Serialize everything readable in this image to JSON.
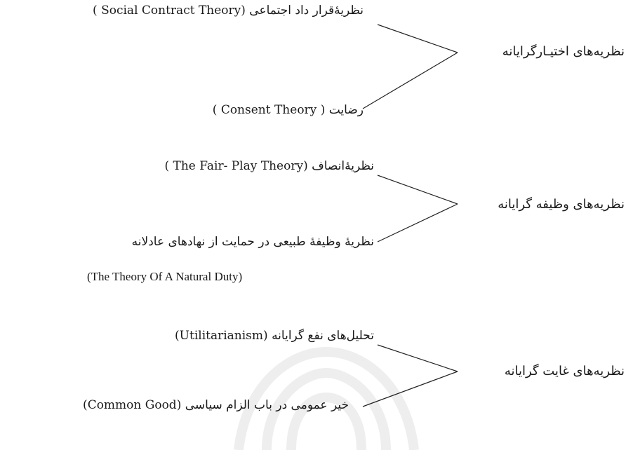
{
  "groups": [
    {
      "category": "نظریه‌های اختیـارگرایانه",
      "items": [
        {
          "label": "نظریۀقرار داد اجتماعی (Social Contract Theory )"
        },
        {
          "label": "رضایت  ( Consent Theory )"
        }
      ]
    },
    {
      "category": "نظریه‌های وظیفه گرایانه",
      "items": [
        {
          "label": "نظریۀانصاف (The Fair- Play Theory )"
        },
        {
          "label": "نظریۀ وظیفۀ طبیعی در حمایت از نهادهای عادلانه",
          "subtitle": "(The Theory Of A Natural Duty)"
        }
      ]
    },
    {
      "category": "نظریه‌های غایت گرایانه",
      "items": [
        {
          "label": "تحلیل‌های نفع گرایانه (Utilitarianism)"
        },
        {
          "label": "خیر عمومی در باب الزام سیاسی (Common Good)"
        }
      ]
    }
  ],
  "colors": {
    "text": "#1a1a1a",
    "line": "#222222",
    "watermark": "#eeeeee"
  },
  "watermark_icon": "ornamental-rosette-watermark"
}
